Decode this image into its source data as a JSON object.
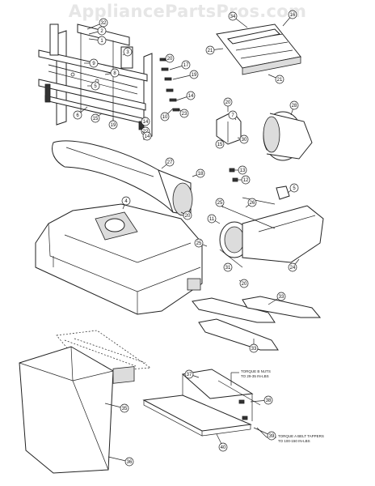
{
  "watermark": "AppliancePartsPros.com",
  "callouts": [
    {
      "id": "c-32",
      "label": "32"
    },
    {
      "id": "c-2",
      "label": "2"
    },
    {
      "id": "c-1",
      "label": "1"
    },
    {
      "id": "c-3",
      "label": "3"
    },
    {
      "id": "c-9",
      "label": "9"
    },
    {
      "id": "c-8",
      "label": "8"
    },
    {
      "id": "c-5",
      "label": "5"
    },
    {
      "id": "c-6",
      "label": "6"
    },
    {
      "id": "c-15",
      "label": "15"
    },
    {
      "id": "c-19a",
      "label": "19"
    },
    {
      "id": "c-22",
      "label": "22"
    },
    {
      "id": "c-14a",
      "label": "14"
    },
    {
      "id": "c-20a",
      "label": "20"
    },
    {
      "id": "c-17",
      "label": "17"
    },
    {
      "id": "c-19b",
      "label": "19"
    },
    {
      "id": "c-14b",
      "label": "14"
    },
    {
      "id": "c-10",
      "label": "10"
    },
    {
      "id": "c-23",
      "label": "23"
    },
    {
      "id": "c-14c",
      "label": "14"
    },
    {
      "id": "c-34",
      "label": "34"
    },
    {
      "id": "c-16",
      "label": "16"
    },
    {
      "id": "c-21a",
      "label": "21"
    },
    {
      "id": "c-21b",
      "label": "21"
    },
    {
      "id": "c-20b",
      "label": "20"
    },
    {
      "id": "c-7",
      "label": "7"
    },
    {
      "id": "c-28",
      "label": "28"
    },
    {
      "id": "c-15b",
      "label": "15"
    },
    {
      "id": "c-30",
      "label": "30"
    },
    {
      "id": "c-27",
      "label": "27"
    },
    {
      "id": "c-18",
      "label": "18"
    },
    {
      "id": "c-13",
      "label": "13"
    },
    {
      "id": "c-12",
      "label": "12"
    },
    {
      "id": "c-4",
      "label": "4"
    },
    {
      "id": "c-5b",
      "label": "5"
    },
    {
      "id": "c-26",
      "label": "26"
    },
    {
      "id": "c-11",
      "label": "11"
    },
    {
      "id": "c-25a",
      "label": "25"
    },
    {
      "id": "c-20c",
      "label": "20"
    },
    {
      "id": "c-25b",
      "label": "25"
    },
    {
      "id": "c-31",
      "label": "31"
    },
    {
      "id": "c-20d",
      "label": "20"
    },
    {
      "id": "c-24",
      "label": "24"
    },
    {
      "id": "c-33a",
      "label": "33"
    },
    {
      "id": "c-33b",
      "label": "33"
    },
    {
      "id": "c-37",
      "label": "37"
    },
    {
      "id": "c-38",
      "label": "38"
    },
    {
      "id": "c-35",
      "label": "35"
    },
    {
      "id": "c-36",
      "label": "36"
    },
    {
      "id": "c-39",
      "label": "39"
    },
    {
      "id": "c-40",
      "label": "40"
    }
  ],
  "notes": {
    "torque_top_1": "TORQUE B NUTS",
    "torque_top_2": "TO 29-35 IN-LBS",
    "torque_bottom_1": "TORQUE A BELT TAPPERS",
    "torque_bottom_2": "TO 100-150 IN-LBS"
  }
}
